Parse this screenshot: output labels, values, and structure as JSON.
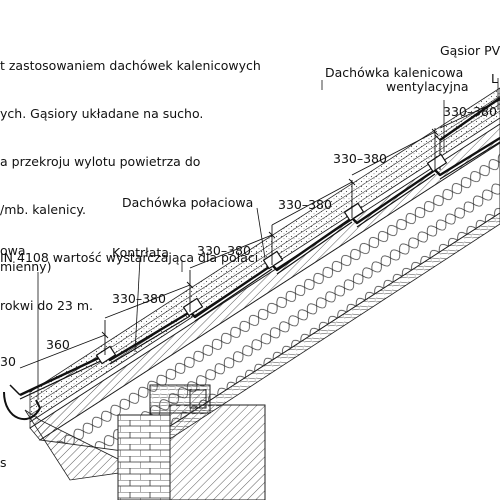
{
  "notes": [
    "t zastosowaniem dachówek kalenicowych",
    "ych. Gąsiory układane na sucho.",
    "a przekroju wylotu powietrza do",
    "/mb. kalenicy.",
    "IN 4108 wartość wystarczająca dla połaci",
    "rokwi do 23 m."
  ],
  "labels": {
    "gasior": "Gąsior PV",
    "l_partial": "L",
    "vent_tile_line1": "Dachówka kalenicowa",
    "vent_tile_line2": "wentylacyjna",
    "field_tile": "Dachówka połaciowa",
    "counter_batten": "Kontrłata",
    "left_partial_1": "owa",
    "left_partial_2": "mienny)",
    "bottom_left": "s"
  },
  "dimensions": [
    "330–380",
    "330–380",
    "330–380",
    "330–380",
    "330–380",
    "360",
    "30"
  ]
}
